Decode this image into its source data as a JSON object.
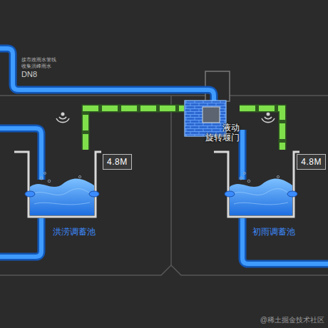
{
  "diagram": {
    "nodes": [
      {
        "text": [
          "液动 旋转堰门"
        ]
      },
      {
        "text": [
          "洪涝调蓄池"
        ]
      },
      {
        "text": [
          "4.8M"
        ]
      },
      {
        "text": [
          "初雨调蓄池"
        ]
      },
      {
        "text": [
          "4.8M"
        ]
      }
    ],
    "edges": [
      {
        "from": 1,
        "to": 0,
        "arrow": "none"
      },
      {
        "from": 0,
        "to": 3,
        "arrow": "none"
      }
    ],
    "labels": [
      "接市政雨水管线 收集洪峰雨水",
      "DN8",
      "@稀土掘金技术社区"
    ]
  }
}
